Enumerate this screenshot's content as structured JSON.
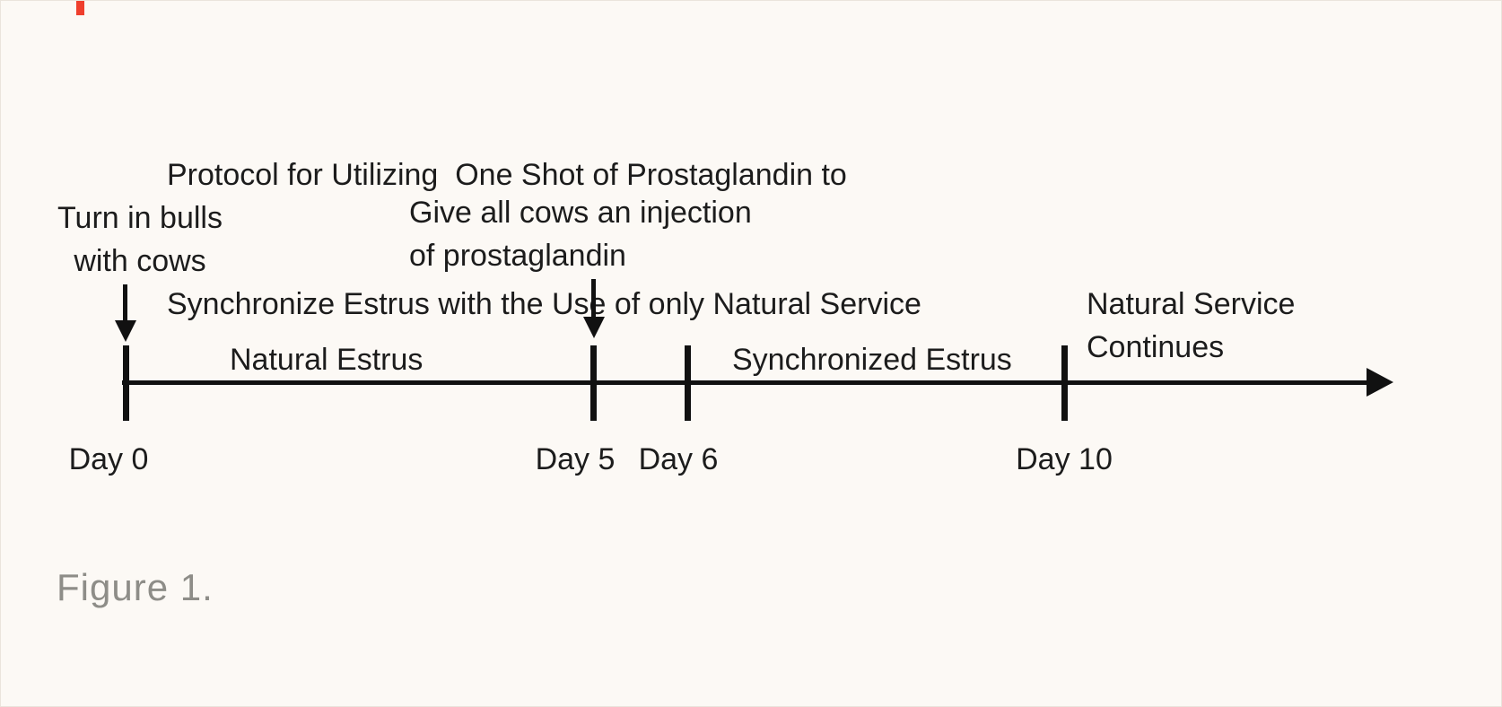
{
  "figure": {
    "title_line1": "Protocol for Utilizing  One Shot of Prostaglandin to",
    "title_line2": "Synchronize Estrus with the Use of only Natural Service",
    "caption": "Figure 1."
  },
  "annotations": [
    {
      "id": "turn-in-bulls",
      "line1": "Turn in bulls",
      "line2": "with cows",
      "points_to": "Day 0"
    },
    {
      "id": "prostaglandin-injection",
      "line1": "Give all cows an injection",
      "line2": "of prostaglandin",
      "points_to": "Day 5"
    }
  ],
  "timeline": {
    "direction": "left-to-right",
    "ticks": [
      {
        "label": "Day 0"
      },
      {
        "label": "Day 5"
      },
      {
        "label": "Day 6"
      },
      {
        "label": "Day 10"
      }
    ],
    "segments": [
      {
        "label": "Natural Estrus",
        "from": "Day 0",
        "to": "Day 5"
      },
      {
        "label": "Synchronized Estrus",
        "from": "Day 6",
        "to": "Day 10"
      },
      {
        "line1": "Natural Service",
        "line2": "Continues",
        "from": "Day 10",
        "to": "onward"
      }
    ]
  },
  "colors": {
    "ink": "#111111",
    "background": "#fcf9f5",
    "caption_gray": "#8e8d88",
    "top_mark_red": "#ef3f2d"
  }
}
